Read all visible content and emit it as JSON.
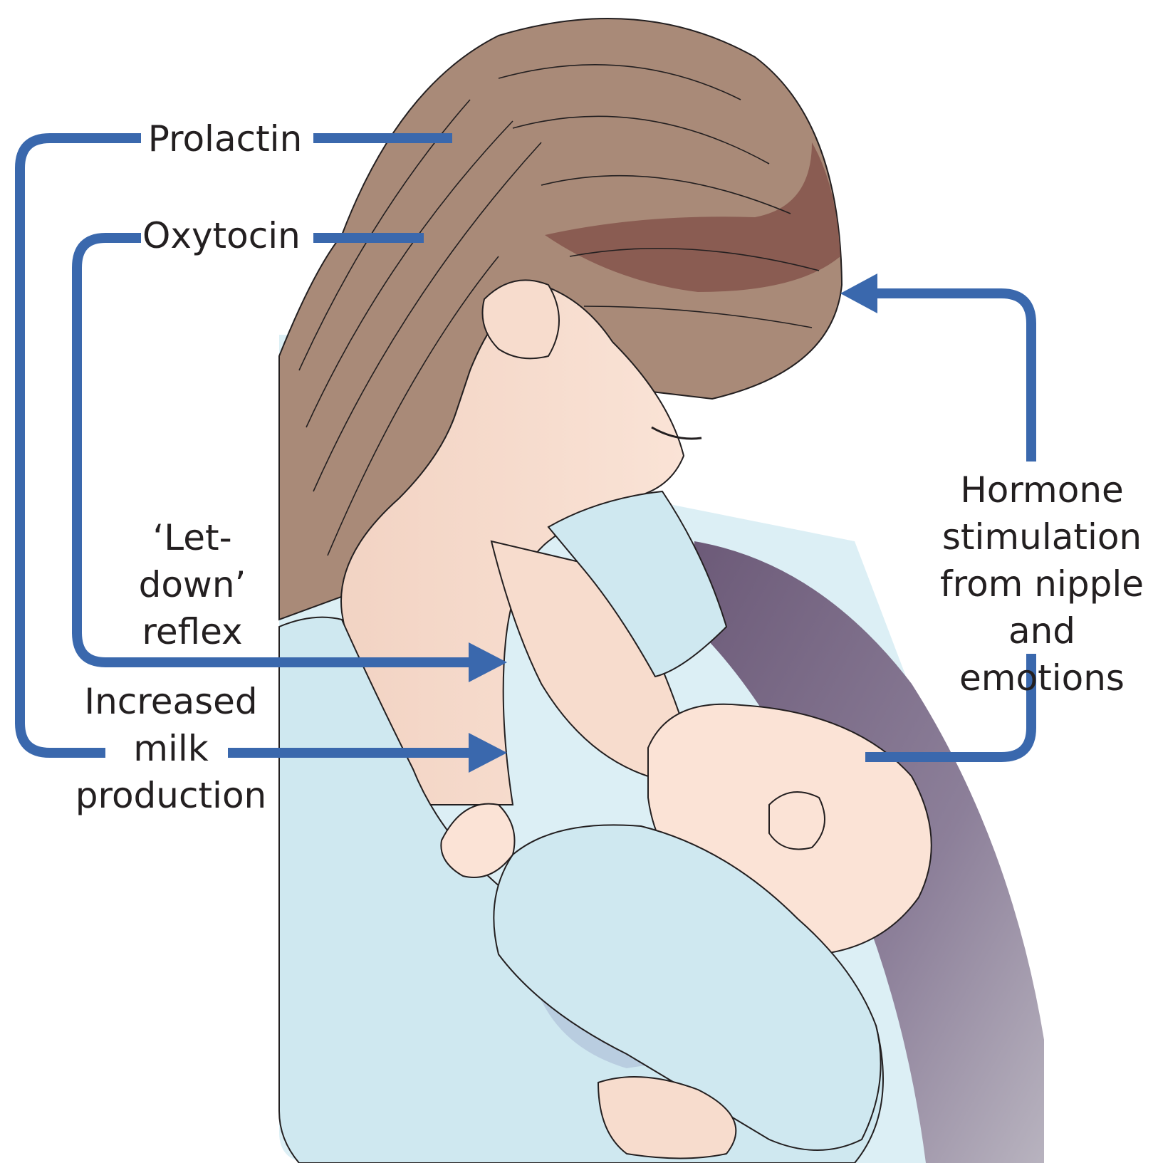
{
  "colors": {
    "arrow": "#3a68ad",
    "text": "#231f20",
    "panel": "#dceff5",
    "hair": "#a98a78",
    "hair_dark": "#8a5c52",
    "skin": "#f7dccd",
    "gown": "#cfe8f0",
    "gown_shadow": "#b9cde0",
    "chair": "#7d6d86"
  },
  "labels": {
    "prolactin": "Prolactin",
    "oxytocin": "Oxytocin",
    "letdown": [
      "‘Let-",
      "down’",
      "reflex"
    ],
    "increased": [
      "Increased",
      "milk",
      "production"
    ],
    "hormone": [
      "Hormone",
      "stimulation",
      "from nipple",
      "and emotions"
    ]
  }
}
